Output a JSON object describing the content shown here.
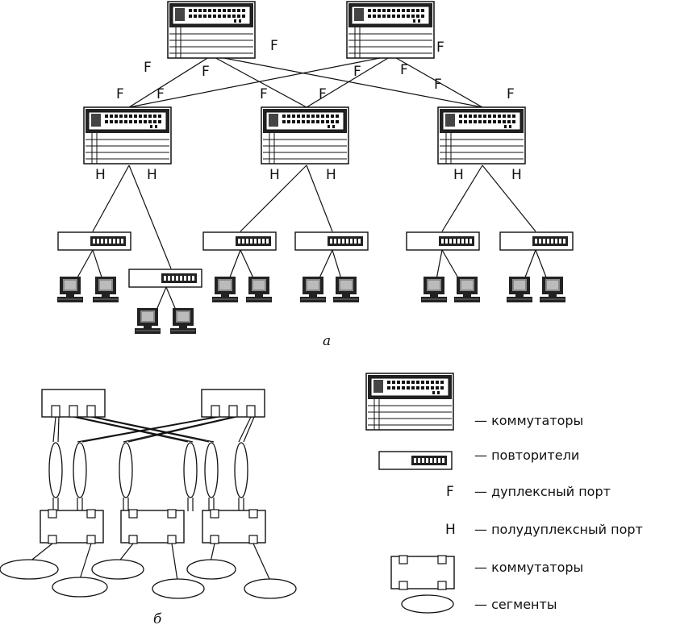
{
  "part_a": {
    "caption": "а",
    "port_full_duplex": "F",
    "port_half_duplex": "H"
  },
  "part_b": {
    "caption": "б"
  },
  "legend": {
    "switch_big": "— коммутаторы",
    "repeater": "— повторители",
    "duplex_port": "— дуплексный порт",
    "half_duplex_port": "— полудуплексный порт",
    "switch_schematic": "— коммутаторы",
    "segment": "— сегменты",
    "duplex_symbol": "F",
    "half_duplex_symbol": "H"
  }
}
